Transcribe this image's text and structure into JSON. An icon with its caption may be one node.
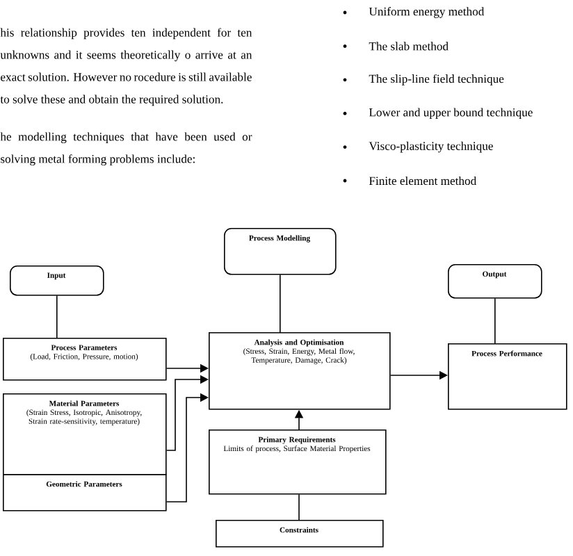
{
  "diagram": {
    "nodes": [
      {
        "text": [
          "Input"
        ]
      },
      {
        "text": [
          "Process Modelling"
        ]
      },
      {
        "text": [
          "Output"
        ]
      },
      {
        "text": [
          "Process Parameters",
          "(Load, Friction, Pressure, motion)"
        ]
      },
      {
        "text": [
          "Analysis and Optimisation",
          "(Stress, Strain, Energy, Metal flow, Temperature, Damage, Crack)"
        ]
      },
      {
        "text": [
          "Process Performance"
        ]
      },
      {
        "text": [
          "Material Parameters",
          "(Strain Stress, Isotropic, Anisotropy, Strain rate-sensitivity, temperature)"
        ]
      },
      {
        "text": [
          "Geometric Parameters"
        ]
      },
      {
        "text": [
          "Primary Requirements",
          "Limits of process, Surface Material Properties"
        ]
      },
      {
        "text": [
          "Constraints"
        ]
      }
    ],
    "edges": [
      {
        "from": 0,
        "to": 3,
        "arrow": "none"
      },
      {
        "from": 1,
        "to": 4,
        "arrow": "none"
      },
      {
        "from": 2,
        "to": 5,
        "arrow": "none"
      },
      {
        "from": 3,
        "to": 4,
        "arrow": "to"
      },
      {
        "from": 6,
        "to": 4,
        "arrow": "to"
      },
      {
        "from": 7,
        "to": 4,
        "arrow": "to"
      },
      {
        "from": 4,
        "to": 5,
        "arrow": "to"
      },
      {
        "from": 8,
        "to": 4,
        "arrow": "to"
      },
      {
        "from": 9,
        "to": 8,
        "arrow": "none"
      }
    ],
    "labels": [
      "Uniform energy method",
      "his relationship provides ten independent for ten unknowns and it seems theoretically o arrive at an exact solution. However no rocedure is still available to solve these and obtain the required solution.",
      "The slab method",
      "The slip-line field technique",
      "Lower and upper bound technique",
      "Visco-plasticity technique",
      "he modelling techniques that have been used or solving metal forming problems include:",
      "Finite element method"
    ]
  }
}
